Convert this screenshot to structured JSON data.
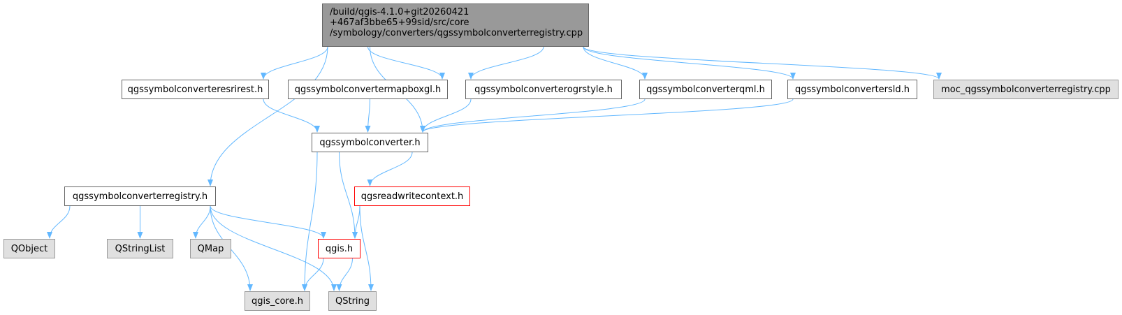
{
  "colors": {
    "edge": "#63b8ff",
    "node_border": "#666666",
    "external_fill": "#e0e0e0",
    "root_fill": "#999999",
    "error_border": "#ff0000"
  },
  "root": {
    "lines": [
      "/build/qgis-4.1.0+git20260421",
      "+467af3bbe65+99sid/src/core",
      "/symbology/converters/qgssymbolconverterregistry.cpp"
    ]
  },
  "nodes": {
    "esrirest": "qgssymbolconverteresrirest.h",
    "mapboxgl": "qgssymbolconvertermapboxgl.h",
    "ogrstyle": "qgssymbolconverterogrstyle.h",
    "qml": "qgssymbolconverterqml.h",
    "sld": "qgssymbolconvertersld.h",
    "moc": "moc_qgssymbolconverterregistry.cpp",
    "converter": "qgssymbolconverter.h",
    "registry": "qgssymbolconverterregistry.h",
    "readwrite": "qgsreadwritecontext.h",
    "qobject": "QObject",
    "qstringlist": "QStringList",
    "qmap": "QMap",
    "qgis": "qgis.h",
    "qgiscore": "qgis_core.h",
    "qstring": "QString"
  },
  "edges": [
    [
      "root",
      "esrirest"
    ],
    [
      "root",
      "mapboxgl"
    ],
    [
      "root",
      "ogrstyle"
    ],
    [
      "root",
      "qml"
    ],
    [
      "root",
      "sld"
    ],
    [
      "root",
      "moc"
    ],
    [
      "root",
      "converter"
    ],
    [
      "root",
      "registry"
    ],
    [
      "esrirest",
      "converter"
    ],
    [
      "mapboxgl",
      "converter"
    ],
    [
      "ogrstyle",
      "converter"
    ],
    [
      "qml",
      "converter"
    ],
    [
      "sld",
      "converter"
    ],
    [
      "converter",
      "readwrite"
    ],
    [
      "converter",
      "qgis"
    ],
    [
      "converter",
      "qgiscore"
    ],
    [
      "readwrite",
      "qgis"
    ],
    [
      "readwrite",
      "qstring"
    ],
    [
      "registry",
      "qobject"
    ],
    [
      "registry",
      "qstringlist"
    ],
    [
      "registry",
      "qmap"
    ],
    [
      "registry",
      "qgis"
    ],
    [
      "registry",
      "qgiscore"
    ],
    [
      "registry",
      "qstring"
    ],
    [
      "qgis",
      "qgiscore"
    ],
    [
      "qgis",
      "qstring"
    ]
  ]
}
